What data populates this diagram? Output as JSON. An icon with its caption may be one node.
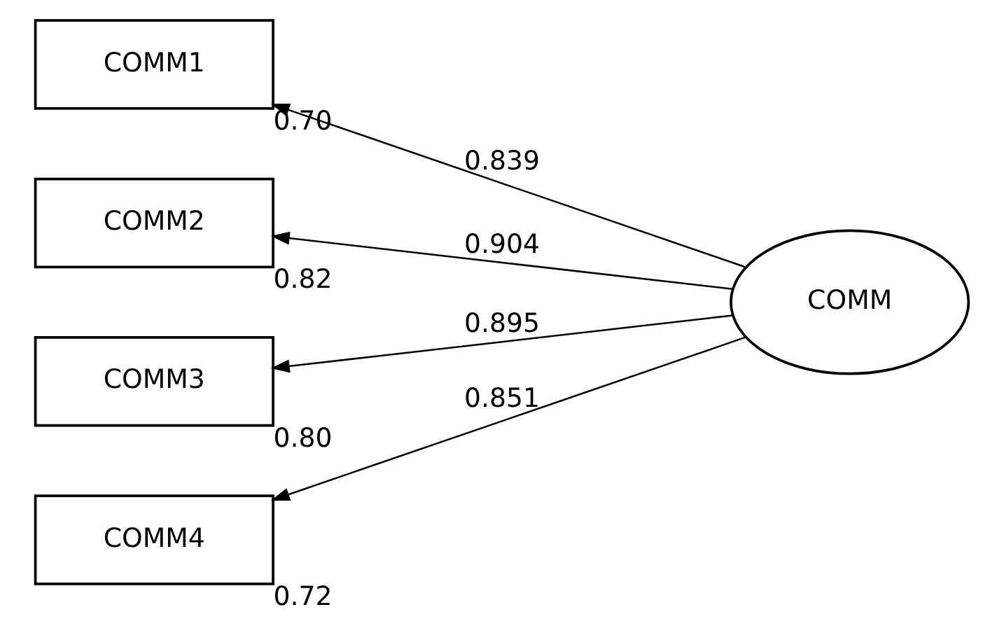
{
  "diagram": {
    "nodes": [
      {
        "text": [
          "COMM1"
        ],
        "beside": [
          "0.70"
        ]
      },
      {
        "text": [
          "COMM2"
        ],
        "beside": [
          "0.82"
        ]
      },
      {
        "text": [
          "COMM3"
        ],
        "beside": [
          "0.80"
        ]
      },
      {
        "text": [
          "COMM4"
        ],
        "beside": [
          "0.72"
        ]
      },
      {
        "text": [
          "COMM"
        ]
      }
    ],
    "edges": [
      {
        "from": 4,
        "to": 0,
        "arrow": "to",
        "label": "0.839"
      },
      {
        "from": 4,
        "to": 1,
        "arrow": "to",
        "label": "0.904"
      },
      {
        "from": 4,
        "to": 2,
        "arrow": "to",
        "label": "0.895"
      },
      {
        "from": 4,
        "to": 3,
        "arrow": "to",
        "label": "0.851"
      }
    ]
  }
}
